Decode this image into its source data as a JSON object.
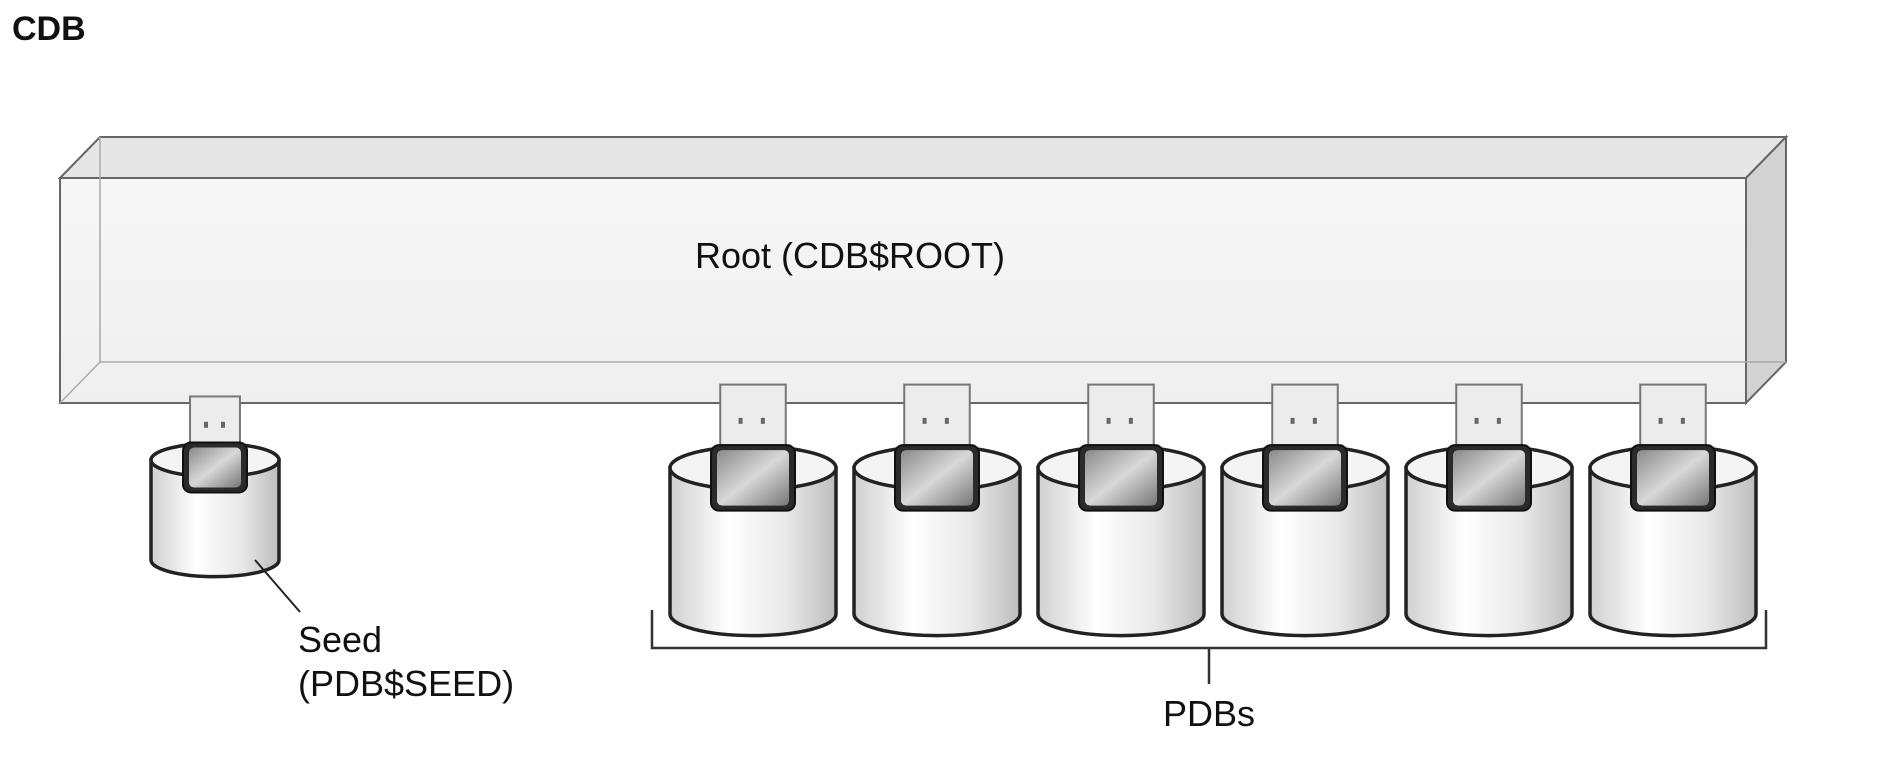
{
  "title": "CDB",
  "root": {
    "label": "Root (CDB$ROOT)"
  },
  "seed": {
    "label_line1": "Seed",
    "label_line2": "(PDB$SEED)"
  },
  "pdbs": {
    "label": "PDBs",
    "count": 6
  }
}
